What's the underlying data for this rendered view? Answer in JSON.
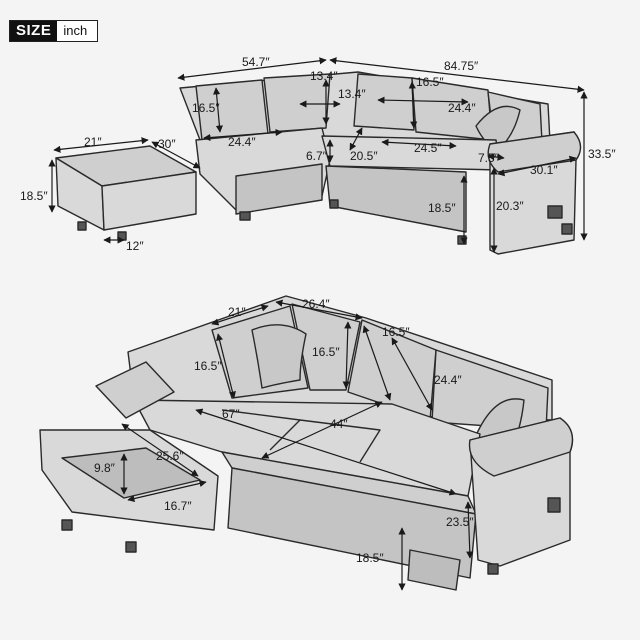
{
  "badge": {
    "label": "SIZE",
    "unit": "inch"
  },
  "colors": {
    "background": "#f4f4f4",
    "fabric": "#d9d9d9",
    "shade": "#c4c4c4",
    "line": "#2a2a2a"
  },
  "top_view": {
    "width_left": "54.7″",
    "width_total": "84.75″",
    "height_total": "33.5″",
    "back_cushion_depth": "13.4″",
    "back_cushion_width": "13.4″",
    "back_height_left": "16.5″",
    "back_height_right": "16.5″",
    "seat_width_right": "24.4″",
    "seat_depth_left": "24.4″",
    "seat_depth_right": "24.5″",
    "seat_gap": "20.5″",
    "leg_height": "6.7″",
    "arm_width": "7.5″",
    "arm_depth": "30.1″",
    "seat_height": "18.5″",
    "arm_height": "20.3″",
    "ottoman_width": "21″",
    "ottoman_depth": "30″",
    "ottoman_height": "18.5″",
    "ottoman_leg": "12″"
  },
  "bottom_view": {
    "back_width_left": "21″",
    "back_width_corner": "26.4″",
    "back_height_left": "16.5″",
    "back_height_corner": "16.5″",
    "back_height_right": "16.5″",
    "seat_width_right": "24.4″",
    "storage_length": "25.6″",
    "storage_depth": "9.8″",
    "storage_width": "16.7″",
    "bed_length": "67″",
    "bed_width": "44″",
    "pullout_width": "23.5″",
    "pullout_height": "18.5″"
  }
}
